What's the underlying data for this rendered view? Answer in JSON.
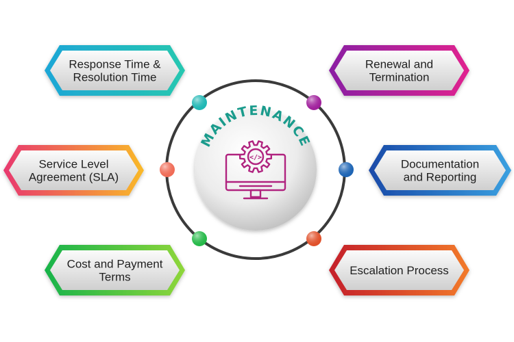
{
  "center": {
    "title": "MAINTENANCE",
    "icon": "computer-code-gear-icon",
    "title_color": "#1a9b8c",
    "icon_color": "#b0237f"
  },
  "nodes": [
    {
      "id": "response-time",
      "lines": [
        "Response Time &",
        "Resolution Time"
      ],
      "gradient": [
        "#1ea6d6",
        "#27c7b0"
      ],
      "dot": "#1fb7b4"
    },
    {
      "id": "renewal",
      "lines": [
        "Renewal and",
        "Termination"
      ],
      "gradient": [
        "#8a1fa3",
        "#e0238f"
      ],
      "dot": "#a0209c"
    },
    {
      "id": "sla",
      "lines": [
        "Service Level",
        "Agreement (SLA)"
      ],
      "gradient": [
        "#e8386f",
        "#f9b928"
      ],
      "dot": "#f06b56"
    },
    {
      "id": "documentation",
      "lines": [
        "Documentation",
        "and Reporting"
      ],
      "gradient": [
        "#1a4aa8",
        "#3aa0e0"
      ],
      "dot": "#1d64b4"
    },
    {
      "id": "cost",
      "lines": [
        "Cost and Payment",
        "Terms"
      ],
      "gradient": [
        "#17b34a",
        "#8fd63a"
      ],
      "dot": "#25b948"
    },
    {
      "id": "escalation",
      "lines": [
        "Escalation Process"
      ],
      "gradient": [
        "#c41f2a",
        "#f27a2a"
      ],
      "dot": "#e0502a"
    }
  ],
  "colors": {
    "ring": "#3a3a3a",
    "node_fill_light": "#fbfbfb",
    "node_fill_dark": "#cfcfcf",
    "text": "#1f1f1f"
  }
}
